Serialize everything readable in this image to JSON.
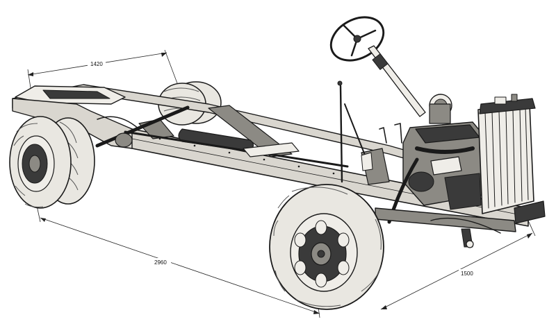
{
  "dimensions": {
    "rear_track": "1420",
    "wheelbase": "2960",
    "front_track": "1500"
  },
  "colors": {
    "ink": "#1a1a1a",
    "paper": "#ffffff"
  }
}
